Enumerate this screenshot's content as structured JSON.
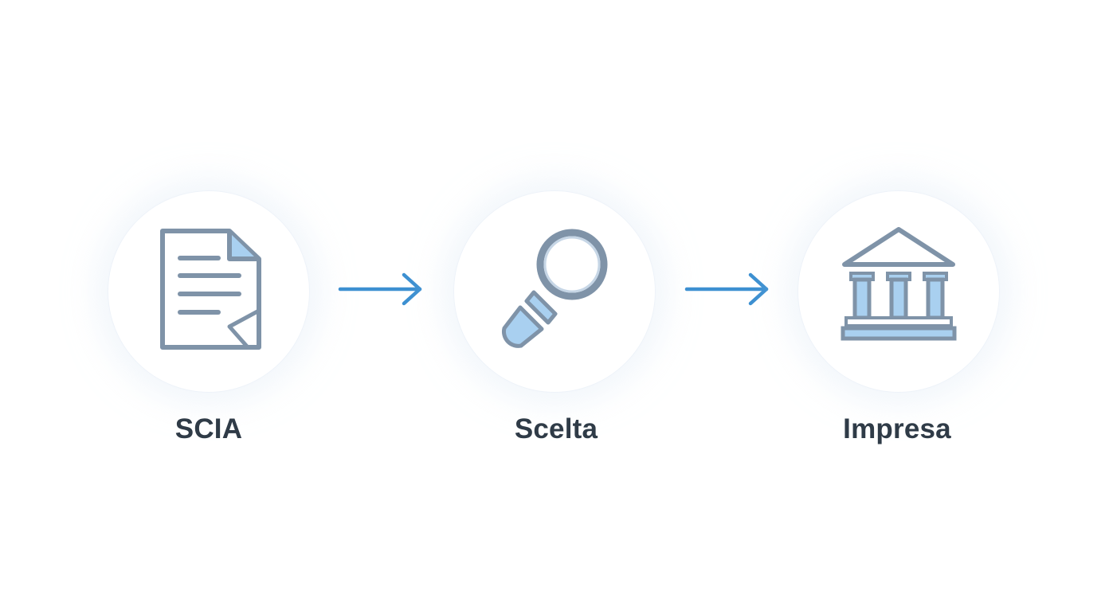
{
  "diagram": {
    "colors": {
      "icon_stroke": "#7f93a8",
      "icon_fill": "#a9d0f0",
      "arrow": "#3d90d1",
      "label": "#2f3b47",
      "circle_border": "#eef3f9"
    },
    "steps": [
      {
        "label": "SCIA",
        "icon": "document-icon"
      },
      {
        "label": "Scelta",
        "icon": "magnifier-icon"
      },
      {
        "label": "Impresa",
        "icon": "institution-building-icon"
      }
    ],
    "connectors": [
      {
        "from": "SCIA",
        "to": "Scelta",
        "icon": "arrow-right-icon"
      },
      {
        "from": "Scelta",
        "to": "Impresa",
        "icon": "arrow-right-icon"
      }
    ]
  }
}
